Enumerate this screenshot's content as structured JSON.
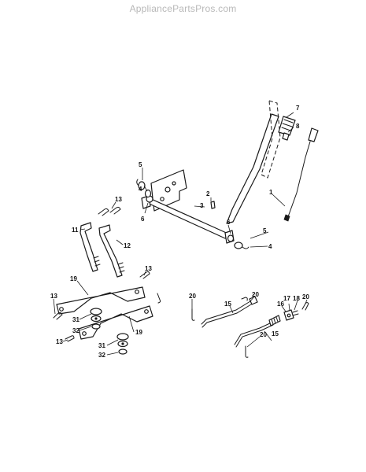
{
  "watermark": "AppliancePartsPros.com",
  "callouts": [
    "1",
    "2",
    "3",
    "4",
    "4",
    "5",
    "5",
    "6",
    "6",
    "7",
    "8",
    "11",
    "12",
    "13",
    "13",
    "13",
    "13",
    "15",
    "15",
    "16",
    "17",
    "18",
    "19",
    "19",
    "20",
    "20",
    "20",
    "31",
    "31",
    "32",
    "32"
  ]
}
